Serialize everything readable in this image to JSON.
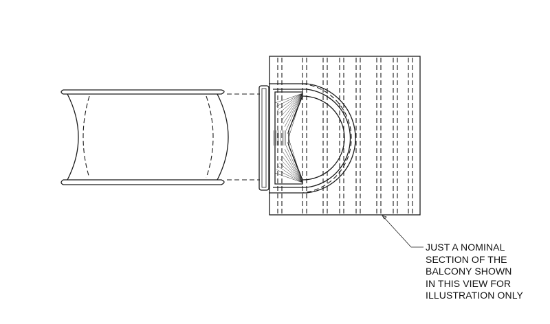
{
  "note": {
    "lines": [
      "JUST A NOMINAL",
      "SECTION OF THE",
      "BALCONY SHOWN",
      "IN THIS VIEW FOR",
      "ILLUSTRATION ONLY"
    ]
  },
  "colors": {
    "ink": "#1a1a1a",
    "paper": "#ffffff"
  }
}
